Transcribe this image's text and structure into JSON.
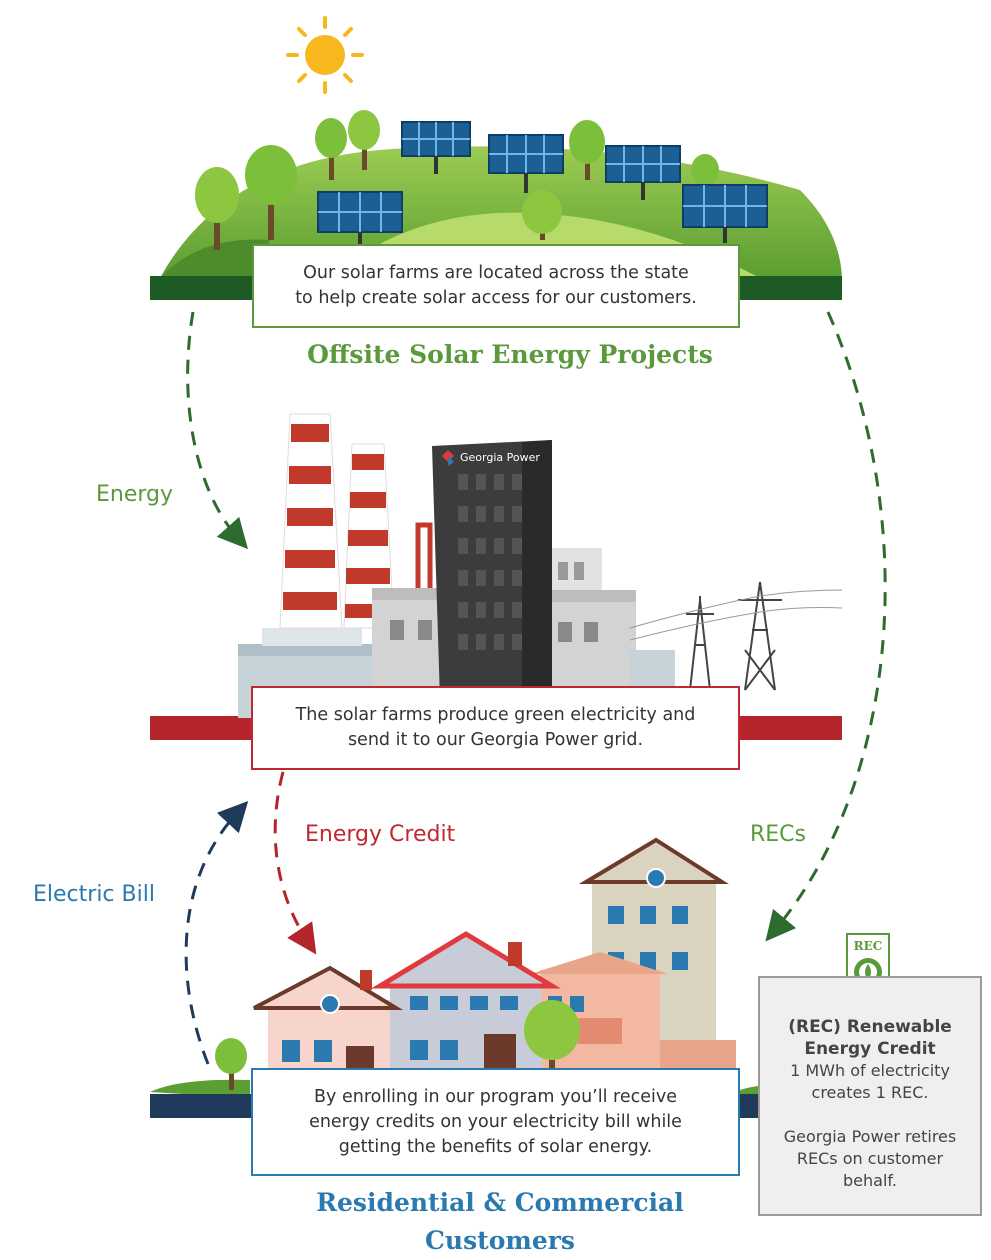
{
  "solar": {
    "description_line1": "Our solar farms are located across the state",
    "description_line2": "to help create solar access for our customers.",
    "title": "Offsite Solar Energy Projects"
  },
  "plant": {
    "sign": "Georgia Power"
  },
  "grid": {
    "description_line1": "The solar farms produce green electricity and",
    "description_line2": "send it to our Georgia Power grid."
  },
  "customers": {
    "description_line1": "By enrolling in our program you’ll receive",
    "description_line2": "energy credits on your electricity bill while",
    "description_line3": "getting the benefits of solar energy.",
    "title_line1": "Residential & Commercial",
    "title_line2": "Customers"
  },
  "flows": {
    "energy": "Energy",
    "energy_credit": "Energy Credit",
    "recs": "RECs",
    "electric_bill": "Electric Bill"
  },
  "rec_card": {
    "badge": "REC",
    "heading_line1": "(REC)  Renewable",
    "heading_line2": "Energy Credit",
    "text_line1": "1 MWh of electricity",
    "text_line2": "creates 1 REC.",
    "text_line3": "Georgia Power retires",
    "text_line4": "RECs on customer",
    "text_line5": "behalf."
  },
  "colors": {
    "green": "#5a9a3c",
    "red": "#c0282f",
    "blue": "#2a7ab0",
    "navy": "#1f3a5a"
  }
}
